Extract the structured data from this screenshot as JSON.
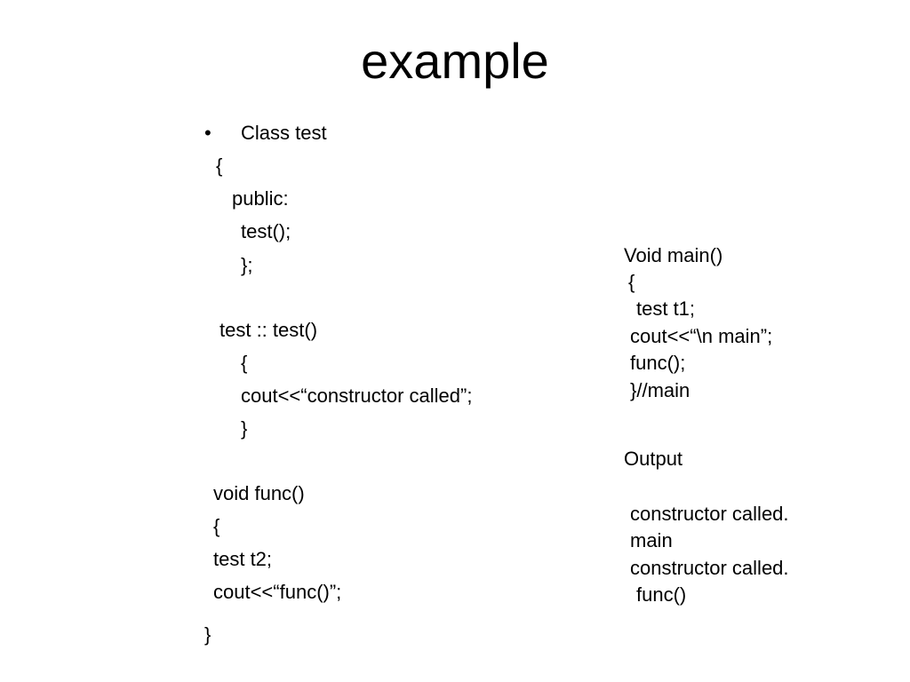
{
  "slide": {
    "title": "example",
    "bullet": "•",
    "left_code": [
      "Class test",
      "{",
      "public:",
      "test();",
      "};",
      "test :: test()",
      "{",
      "cout<<“constructor called”;",
      "}",
      "void func()",
      "{",
      "test t2;",
      "cout<<“func()”;",
      "}"
    ],
    "right_code": [
      "Void main()",
      "{",
      "test t1;",
      "cout<<“\\n main”;",
      "func();",
      "}//main"
    ],
    "output": {
      "heading": "Output",
      "lines": [
        "constructor called.",
        "main",
        "constructor called.",
        "func()"
      ]
    }
  }
}
